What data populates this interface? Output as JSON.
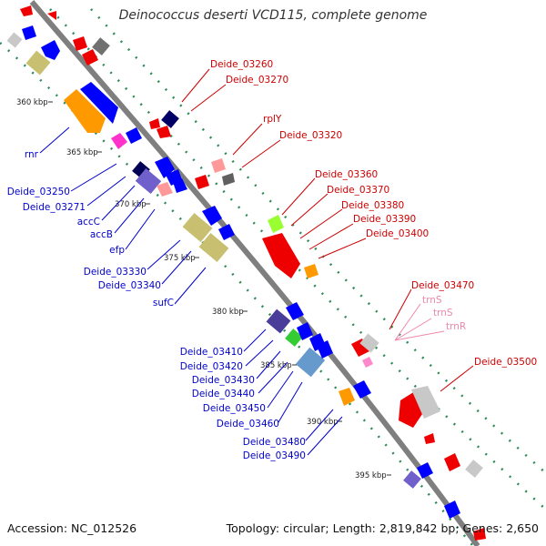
{
  "title": "Deinococcus deserti VCD115, complete genome",
  "accession": "Accession: NC_012526",
  "summary": "Topology: circular; Length: 2,819,842 bp; Genes: 2,650",
  "colors": {
    "backbone": "#7f7f7f",
    "red_label": "#cc0000",
    "blue_label": "#0000cc",
    "pink_label": "#ee88aa",
    "dots": "#2e8b57"
  },
  "ticks": [
    "360 kbp",
    "365 kbp",
    "370 kbp",
    "375 kbp",
    "380 kbp",
    "385 kbp",
    "390 kbp",
    "395 kbp"
  ],
  "labels_right": [
    "Deide_03260",
    "Deide_03270",
    "rplY",
    "Deide_03320",
    "Deide_03360",
    "Deide_03370",
    "Deide_03380",
    "Deide_03390",
    "Deide_03400",
    "Deide_03470",
    "Deide_03500"
  ],
  "labels_pink": [
    "trnS",
    "trnS",
    "trnR"
  ],
  "labels_left": [
    "rnr",
    "Deide_03250",
    "Deide_03271",
    "accC",
    "accB",
    "efp",
    "Deide_03330",
    "Deide_03340",
    "sufC",
    "Deide_03410",
    "Deide_03420",
    "Deide_03430",
    "Deide_03440",
    "Deide_03450",
    "Deide_03460",
    "Deide_03480",
    "Deide_03490"
  ]
}
